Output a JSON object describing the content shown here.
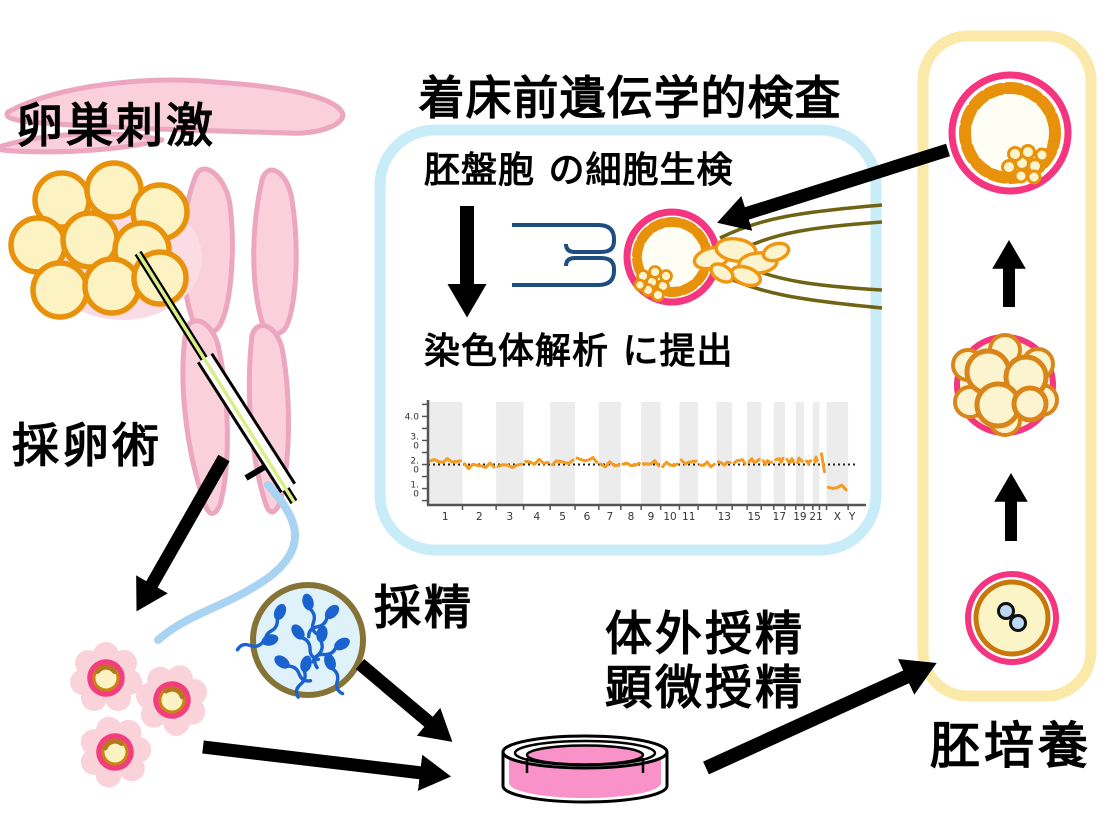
{
  "labels": {
    "ovarian_stimulation": "卵巣刺激",
    "egg_retrieval": "採卵術",
    "sperm_collection": "採精",
    "ivf_line1": "体外授精",
    "ivf_line2": "顕微授精",
    "pgt_title": "着床前遺伝学的検査",
    "biopsy_step": "胚盤胞 の細胞生検",
    "analysis_step": "染色体解析 に提出",
    "embryo_culture": "胚培養"
  },
  "colors": {
    "arrow": "#000000",
    "uterus_fill": "#F9D0DC",
    "uterus_stroke": "#ECA6BF",
    "follicle_fill": "#FDF3C2",
    "cell_orange": "#E8920C",
    "cream": "#FCF4CE",
    "zona_pink": "#F5357F",
    "egg_flower_pink": "#F9D2DA",
    "sperm_blue": "#1A63CF",
    "sperm_circle_border": "#867436",
    "sperm_circle_fill": "#E0F2F9",
    "dish_pink": "#F892C8",
    "tube_blue": "#A9D3F2",
    "needle_green": "#D9EF86",
    "pgt_box_border": "#C8EDF8",
    "culture_box_border": "#FAE9A9",
    "holding_pipette_navy": "#1C4F80",
    "biopsy_pipette_olive": "#6E6414"
  },
  "chart_data": {
    "type": "line",
    "title": "",
    "xlabel": "",
    "ylabel": "",
    "ylim": [
      0.4,
      4.6
    ],
    "baseline": 2.0,
    "grid": false,
    "line_color": "#F49B21",
    "band_color": "#ECECEC",
    "axis_color": "#555555",
    "ytick_values": [
      4,
      3,
      2,
      1
    ],
    "ytick_display": [
      "4.0",
      "3.|0",
      "2.|0",
      "1.|0"
    ],
    "x_tick_labels": [
      "1",
      "2",
      "3",
      "4",
      "5",
      "6",
      "7",
      "8",
      "9",
      "10",
      "11",
      "13",
      "15",
      "17",
      "19",
      "21",
      "X",
      "Y"
    ],
    "chromosomes": [
      {
        "name": "1",
        "label": "1",
        "width": 8.3,
        "shaded": true,
        "value": 2.15
      },
      {
        "name": "2",
        "label": "2",
        "width": 8.1,
        "shaded": false,
        "value": 1.95
      },
      {
        "name": "3",
        "label": "3",
        "width": 6.6,
        "shaded": true,
        "value": 1.95
      },
      {
        "name": "4",
        "label": "4",
        "width": 6.4,
        "shaded": false,
        "value": 2.1
      },
      {
        "name": "5",
        "label": "5",
        "width": 6.0,
        "shaded": true,
        "value": 2.1
      },
      {
        "name": "6",
        "label": "6",
        "width": 5.7,
        "shaded": false,
        "value": 2.2
      },
      {
        "name": "7",
        "label": "7",
        "width": 5.3,
        "shaded": true,
        "value": 2.0
      },
      {
        "name": "8",
        "label": "8",
        "width": 4.9,
        "shaded": false,
        "value": 2.0
      },
      {
        "name": "9",
        "label": "9",
        "width": 4.7,
        "shaded": true,
        "value": 2.05
      },
      {
        "name": "10",
        "label": "10",
        "width": 4.5,
        "shaded": false,
        "value": 2.0
      },
      {
        "name": "11",
        "label": "11",
        "width": 4.5,
        "shaded": true,
        "value": 2.1
      },
      {
        "name": "12",
        "label": "",
        "width": 4.4,
        "shaded": false,
        "value": 2.0
      },
      {
        "name": "13",
        "label": "13",
        "width": 3.8,
        "shaded": true,
        "value": 2.05
      },
      {
        "name": "14",
        "label": "",
        "width": 3.6,
        "shaded": false,
        "value": 2.15
      },
      {
        "name": "15",
        "label": "15",
        "width": 3.4,
        "shaded": true,
        "value": 2.15
      },
      {
        "name": "16",
        "label": "",
        "width": 3.0,
        "shaded": false,
        "value": 2.1
      },
      {
        "name": "17",
        "label": "17",
        "width": 2.7,
        "shaded": true,
        "value": 2.2
      },
      {
        "name": "18",
        "label": "",
        "width": 2.6,
        "shaded": false,
        "value": 2.15
      },
      {
        "name": "19",
        "label": "19",
        "width": 2.0,
        "shaded": true,
        "value": 2.2
      },
      {
        "name": "20",
        "label": "",
        "width": 2.1,
        "shaded": false,
        "value": 2.1
      },
      {
        "name": "21",
        "label": "21",
        "width": 1.6,
        "shaded": true,
        "value": 2.2
      },
      {
        "name": "22",
        "label": "",
        "width": 1.7,
        "shaded": false,
        "trend": [
          2.45,
          1.7
        ]
      },
      {
        "name": "X",
        "label": "X",
        "width": 5.2,
        "shaded": true,
        "value": 1.05
      },
      {
        "name": "Y",
        "label": "Y",
        "width": 1.9,
        "shaded": false,
        "value": null
      }
    ]
  }
}
